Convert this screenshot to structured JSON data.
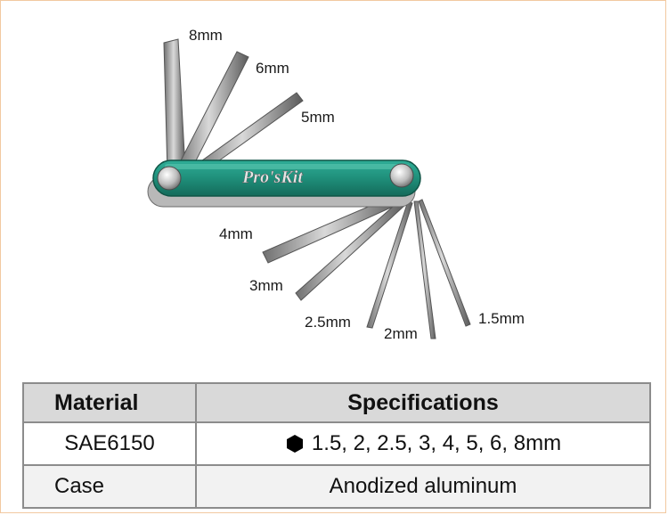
{
  "product": {
    "brand_logo": "Pro'sKit",
    "size_labels": [
      "8mm",
      "6mm",
      "5mm",
      "4mm",
      "3mm",
      "2.5mm",
      "2mm",
      "1.5mm"
    ]
  },
  "table": {
    "headers": {
      "material": "Material",
      "specifications": "Specifications"
    },
    "rows": [
      {
        "label": "SAE6150",
        "value": "1.5, 2, 2.5, 3, 4, 5, 6, 8mm",
        "icon": "hexagon-icon"
      },
      {
        "label": "Case",
        "value": "Anodized aluminum"
      }
    ]
  },
  "colors": {
    "handle": "#1f8f7a",
    "steel": "#a9a9a9",
    "header_bg": "#d9d9d9",
    "grid": "#8c8c8c"
  }
}
